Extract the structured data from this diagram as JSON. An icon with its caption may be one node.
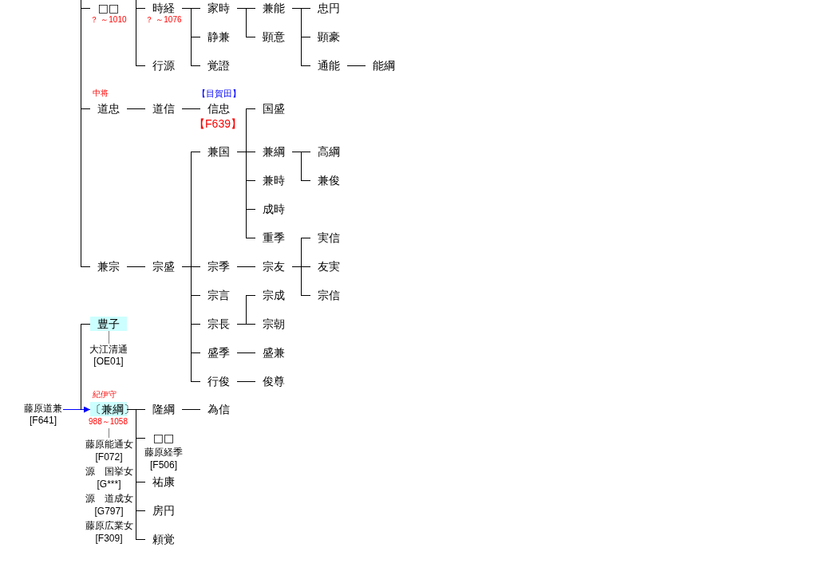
{
  "diagram": {
    "nodes": [
      {
        "text": [
          "□□"
        ],
        "beside": [
          "？ ～1010"
        ]
      },
      {
        "text": [
          "時経"
        ],
        "beside": [
          "？ ～1076"
        ]
      },
      {
        "text": [
          "家時"
        ]
      },
      {
        "text": [
          "兼能"
        ]
      },
      {
        "text": [
          "忠円"
        ]
      },
      {
        "text": [
          "静兼"
        ]
      },
      {
        "text": [
          "顕意"
        ]
      },
      {
        "text": [
          "顕豪"
        ]
      },
      {
        "text": [
          "行源"
        ]
      },
      {
        "text": [
          "覚證"
        ]
      },
      {
        "text": [
          "通能"
        ]
      },
      {
        "text": [
          "能綱"
        ]
      },
      {
        "text": [
          "道忠"
        ],
        "beside": [
          "中将"
        ]
      },
      {
        "text": [
          "道信"
        ]
      },
      {
        "text": [
          "信忠"
        ],
        "beside": [
          "【目賀田】",
          "【F639】"
        ]
      },
      {
        "text": [
          "国盛"
        ]
      },
      {
        "text": [
          "兼国"
        ]
      },
      {
        "text": [
          "兼綱"
        ]
      },
      {
        "text": [
          "高綱"
        ]
      },
      {
        "text": [
          "兼時"
        ]
      },
      {
        "text": [
          "兼俊"
        ]
      },
      {
        "text": [
          "成時"
        ]
      },
      {
        "text": [
          "重季"
        ]
      },
      {
        "text": [
          "実信"
        ]
      },
      {
        "text": [
          "兼宗"
        ]
      },
      {
        "text": [
          "宗盛"
        ]
      },
      {
        "text": [
          "宗季"
        ]
      },
      {
        "text": [
          "宗友"
        ]
      },
      {
        "text": [
          "友実"
        ]
      },
      {
        "text": [
          "宗言"
        ]
      },
      {
        "text": [
          "宗成"
        ]
      },
      {
        "text": [
          "宗信"
        ]
      },
      {
        "text": [
          "豊子"
        ]
      },
      {
        "text": [
          "宗長"
        ]
      },
      {
        "text": [
          "宗朝"
        ]
      },
      {
        "text": [
          "大江清通",
          "[OE01]"
        ]
      },
      {
        "text": [
          "盛季"
        ]
      },
      {
        "text": [
          "盛兼"
        ]
      },
      {
        "text": [
          "行俊"
        ]
      },
      {
        "text": [
          "俊尊"
        ]
      },
      {
        "text": [
          "藤原道兼",
          "[F641]"
        ]
      },
      {
        "text": [
          "〔兼綱〕"
        ],
        "beside": [
          "紀伊守",
          "988～1058"
        ]
      },
      {
        "text": [
          "隆綱"
        ]
      },
      {
        "text": [
          "為信"
        ]
      },
      {
        "text": [
          "藤原能通女",
          "[F072]"
        ]
      },
      {
        "text": [
          "□□"
        ],
        "beside": [
          "藤原経季",
          "[F506]"
        ]
      },
      {
        "text": [
          "祐康"
        ]
      },
      {
        "text": [
          "房円"
        ]
      },
      {
        "text": [
          "頼覚"
        ]
      }
    ],
    "edges": [
      {
        "from": 40,
        "to": 41,
        "arrow": "to",
        "color": "#0000ff"
      },
      {
        "from": null,
        "to": 0,
        "arrow": "none"
      },
      {
        "from": null,
        "to": 12,
        "arrow": "none"
      },
      {
        "from": null,
        "to": 24,
        "arrow": "none"
      },
      {
        "from": 41,
        "to": 32,
        "arrow": "none"
      },
      {
        "from": null,
        "to": 1,
        "arrow": "none"
      },
      {
        "from": 1,
        "to": 8,
        "arrow": "none"
      },
      {
        "from": 1,
        "to": 2,
        "arrow": "none"
      },
      {
        "from": 1,
        "to": 5,
        "arrow": "none"
      },
      {
        "from": 1,
        "to": 9,
        "arrow": "none"
      },
      {
        "from": 2,
        "to": 3,
        "arrow": "none"
      },
      {
        "from": 2,
        "to": 6,
        "arrow": "none"
      },
      {
        "from": 3,
        "to": 4,
        "arrow": "none"
      },
      {
        "from": 3,
        "to": 7,
        "arrow": "none"
      },
      {
        "from": 3,
        "to": 10,
        "arrow": "none"
      },
      {
        "from": 10,
        "to": 11,
        "arrow": "none"
      },
      {
        "from": 12,
        "to": 13,
        "arrow": "none"
      },
      {
        "from": 13,
        "to": 14,
        "arrow": "none"
      },
      {
        "from": 16,
        "to": 15,
        "arrow": "none"
      },
      {
        "from": 16,
        "to": 17,
        "arrow": "none"
      },
      {
        "from": 16,
        "to": 19,
        "arrow": "none"
      },
      {
        "from": 16,
        "to": 21,
        "arrow": "none"
      },
      {
        "from": 16,
        "to": 22,
        "arrow": "none"
      },
      {
        "from": 17,
        "to": 18,
        "arrow": "none"
      },
      {
        "from": 17,
        "to": 20,
        "arrow": "none"
      },
      {
        "from": 24,
        "to": 25,
        "arrow": "none"
      },
      {
        "from": 25,
        "to": 16,
        "arrow": "none"
      },
      {
        "from": 25,
        "to": 26,
        "arrow": "none"
      },
      {
        "from": 25,
        "to": 29,
        "arrow": "none"
      },
      {
        "from": 25,
        "to": 33,
        "arrow": "none"
      },
      {
        "from": 25,
        "to": 36,
        "arrow": "none"
      },
      {
        "from": 25,
        "to": 38,
        "arrow": "none"
      },
      {
        "from": 26,
        "to": 27,
        "arrow": "none"
      },
      {
        "from": 27,
        "to": 23,
        "arrow": "none"
      },
      {
        "from": 27,
        "to": 28,
        "arrow": "none"
      },
      {
        "from": 27,
        "to": 31,
        "arrow": "none"
      },
      {
        "from": 33,
        "to": 30,
        "arrow": "none"
      },
      {
        "from": 33,
        "to": 34,
        "arrow": "none"
      },
      {
        "from": 36,
        "to": 37,
        "arrow": "none"
      },
      {
        "from": 38,
        "to": 39,
        "arrow": "none"
      },
      {
        "from": 32,
        "to": 35,
        "arrow": "none",
        "color": "#808080"
      },
      {
        "from": 41,
        "to": 42,
        "arrow": "none"
      },
      {
        "from": 41,
        "to": 45,
        "arrow": "none"
      },
      {
        "from": 41,
        "to": 46,
        "arrow": "none"
      },
      {
        "from": 41,
        "to": 47,
        "arrow": "none"
      },
      {
        "from": 41,
        "to": 48,
        "arrow": "none"
      },
      {
        "from": 42,
        "to": 43,
        "arrow": "none"
      },
      {
        "from": 41,
        "to": 44,
        "arrow": "none",
        "color": "#808080"
      }
    ],
    "labels": [
      "源　国挙女",
      "[G***]",
      "源　道成女",
      "[G797]",
      "藤原広業女",
      "[F309]"
    ]
  }
}
